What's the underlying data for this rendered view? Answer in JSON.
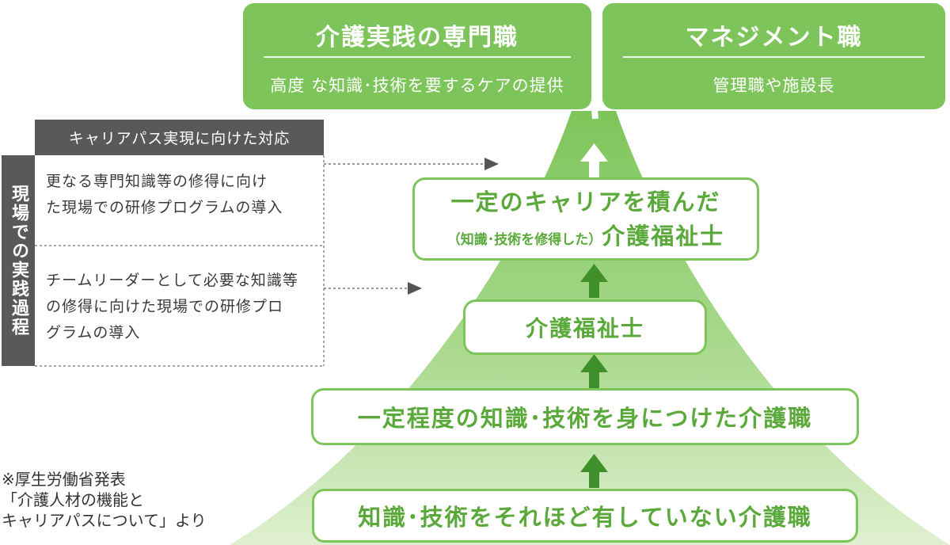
{
  "top": {
    "left": {
      "title": "介護実践の専門職",
      "subtitle": "高度 な知識･技術を要するケアの提供"
    },
    "right": {
      "title": "マネジメント職",
      "subtitle": "管理職や施設長"
    }
  },
  "levels": {
    "l4_line1": "一定のキャリアを積んだ",
    "l4_small": "（知識･技術を修得した）",
    "l4_main": "介護福祉士",
    "l3": "介護福祉士",
    "l2": "一定程度の知識･技術を身につけた介護職",
    "l1": "知識･技術をそれほど有していない介護職"
  },
  "left_panel": {
    "header": "キャリアパス実現に向けた対応",
    "side_label": "現場での実践過程",
    "item1_line1": "更なる専門知識等の修得に向け",
    "item1_line2": "た現場での研修プログラムの導入",
    "item2_line1": "チームリーダーとして必要な知識等",
    "item2_line2": "の修得に向けた現場での研修プロ",
    "item2_line3": "グラムの導入"
  },
  "source_note": {
    "line1": "※厚生労働省発表",
    "line2": "「介護人材の機能と",
    "line3": "キャリアパスについて」より"
  },
  "colors": {
    "green": "#7dc55a",
    "green_dark": "#5aa93a",
    "green_light": "#d3eabf",
    "gray": "#595959"
  }
}
